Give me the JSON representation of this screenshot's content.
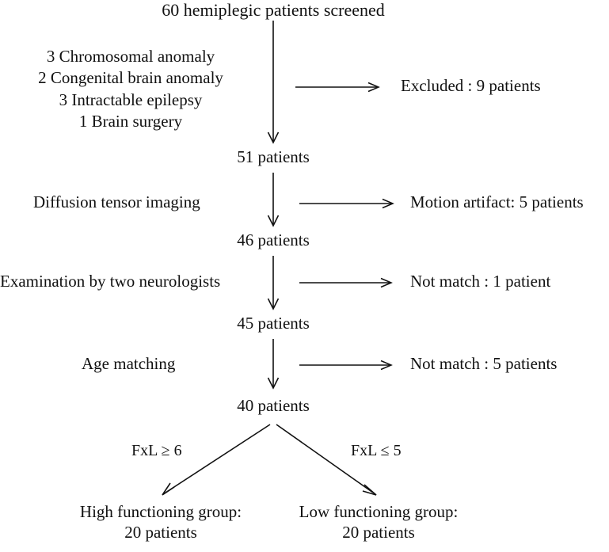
{
  "diagram": {
    "type": "patient-selection-flowchart",
    "title": "60 hemiplegic patients screened",
    "nodes": [
      {
        "id": "screened",
        "label": "60 hemiplegic patients screened"
      },
      {
        "id": "n51",
        "label": "51 patients"
      },
      {
        "id": "n46",
        "label": "46 patients"
      },
      {
        "id": "n45",
        "label": "45 patients"
      },
      {
        "id": "n40",
        "label": "40 patients"
      }
    ],
    "exclusion_reasons": [
      "3  Chromosomal anomaly",
      "2  Congenital brain anomaly",
      "3  Intractable epilepsy",
      "1  Brain surgery"
    ],
    "process_labels": [
      {
        "id": "dti",
        "label": "Diffusion tensor imaging"
      },
      {
        "id": "exam",
        "label": "Examination by two neurologists"
      },
      {
        "id": "age",
        "label": "Age matching"
      }
    ],
    "exclusions": [
      {
        "id": "excluded",
        "label": "Excluded : 9 patients"
      },
      {
        "id": "motion",
        "label": "Motion artifact: 5 patients"
      },
      {
        "id": "notmatch1",
        "label": "Not match : 1 patient"
      },
      {
        "id": "notmatch5",
        "label": "Not match : 5 patients"
      }
    ],
    "branches": [
      {
        "id": "high",
        "criterion": "FxL ≥ 6",
        "group": "High functioning group:",
        "count": "20 patients"
      },
      {
        "id": "low",
        "criterion": "FxL ≤ 5",
        "group": "Low functioning group:",
        "count": "20 patients"
      }
    ],
    "colors": {
      "background": "#ffffff",
      "ink": "#111111"
    }
  }
}
